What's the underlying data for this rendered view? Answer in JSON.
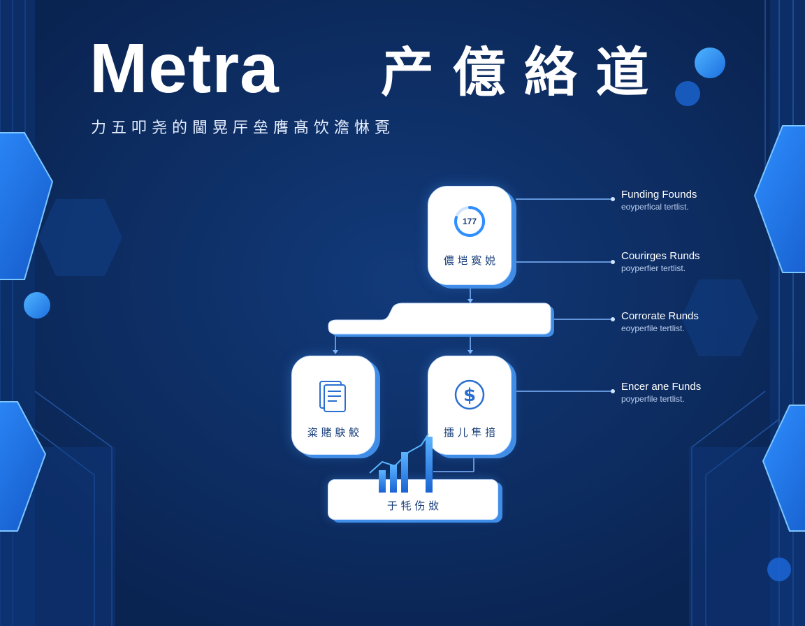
{
  "header": {
    "brand": "Metra",
    "brand_cn": "产 億 絡 道",
    "subtitle": "力 五 叩 尧 的 閫 晃  厈 垒 膺 髙 饮 澹 惏 覔"
  },
  "diagram": {
    "top_node": {
      "badge": "177",
      "label": "儂 垲 寏 娧"
    },
    "left_node": {
      "label": "粢 賭 鴃 鮫"
    },
    "right_node": {
      "label": "擂 儿 隼 揞"
    },
    "bottom_bar": {
      "label": "于 牦 伤 敚"
    },
    "legend": [
      {
        "title": "Funding Founds",
        "sub": "eoyperfical tertlist."
      },
      {
        "title": "Courirges Runds",
        "sub": "poyperfier tertlist."
      },
      {
        "title": "Corrorate Runds",
        "sub": "eoyperfile tertlist."
      },
      {
        "title": "Encer ane Funds",
        "sub": "poyperfile tertlist."
      }
    ]
  },
  "colors": {
    "background": "#0c2a5c",
    "accent": "#3f8de6",
    "line": "#7fb6ff",
    "node_fill": "#ffffff",
    "node_text": "#173e7a"
  },
  "icons": {
    "top": "gauge-ring-icon",
    "left": "document-icon",
    "right": "dollar-circle-icon",
    "chart": "bar-chart-icon"
  }
}
